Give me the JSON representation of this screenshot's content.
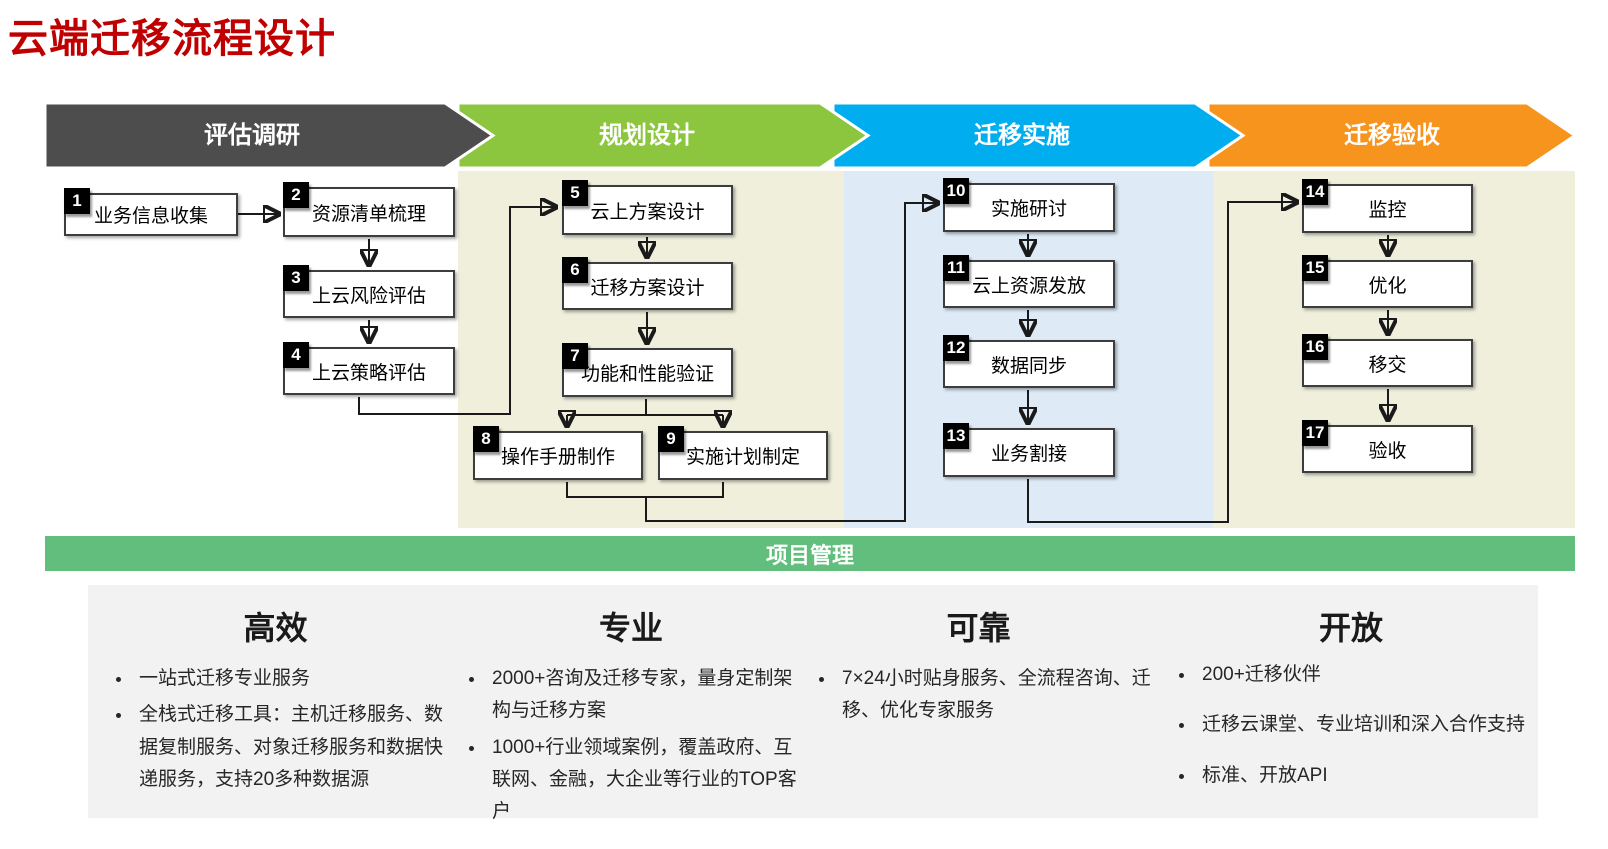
{
  "title": "云端迁移流程设计",
  "colors": {
    "title_red": "#C00000",
    "lane_olive": "#EFEFDC",
    "lane_blue": "#DEEBF7",
    "panel_gray": "#F3F2F2",
    "project_bar_green": "#61BE7D",
    "connector_black": "#1a1a1a"
  },
  "phases": [
    {
      "label": "评估调研",
      "color": "#4D4D4D"
    },
    {
      "label": "规划设计",
      "color": "#8CC63F"
    },
    {
      "label": "迁移实施",
      "color": "#00AEEF"
    },
    {
      "label": "迁移验收",
      "color": "#F7941D"
    }
  ],
  "flow": {
    "boxes": [
      {
        "num": "1",
        "label": "业务信息收集"
      },
      {
        "num": "2",
        "label": "资源清单梳理"
      },
      {
        "num": "3",
        "label": "上云风险评估"
      },
      {
        "num": "4",
        "label": "上云策略评估"
      },
      {
        "num": "5",
        "label": "云上方案设计"
      },
      {
        "num": "6",
        "label": "迁移方案设计"
      },
      {
        "num": "7",
        "label": "功能和性能验证"
      },
      {
        "num": "8",
        "label": "操作手册制作"
      },
      {
        "num": "9",
        "label": "实施计划制定"
      },
      {
        "num": "10",
        "label": "实施研讨"
      },
      {
        "num": "11",
        "label": "云上资源发放"
      },
      {
        "num": "12",
        "label": "数据同步"
      },
      {
        "num": "13",
        "label": "业务割接"
      },
      {
        "num": "14",
        "label": "监控"
      },
      {
        "num": "15",
        "label": "优化"
      },
      {
        "num": "16",
        "label": "移交"
      },
      {
        "num": "17",
        "label": "验收"
      }
    ]
  },
  "project_bar": {
    "label": "项目管理"
  },
  "benefits": [
    {
      "title": "高效",
      "items": [
        "一站式迁移专业服务",
        "全栈式迁移工具：主机迁移服务、数据复制服务、对象迁移服务和数据快递服务，支持20多种数据源"
      ]
    },
    {
      "title": "专业",
      "items": [
        "2000+咨询及迁移专家，量身定制架构与迁移方案",
        "1000+行业领域案例，覆盖政府、互联网、金融，大企业等行业的TOP客户"
      ]
    },
    {
      "title": "可靠",
      "items": [
        "7×24小时贴身服务、全流程咨询、迁移、优化专家服务"
      ]
    },
    {
      "title": "开放",
      "items": [
        "200+迁移伙伴",
        "迁移云课堂、专业培训和深入合作支持",
        "标准、开放API"
      ]
    }
  ]
}
